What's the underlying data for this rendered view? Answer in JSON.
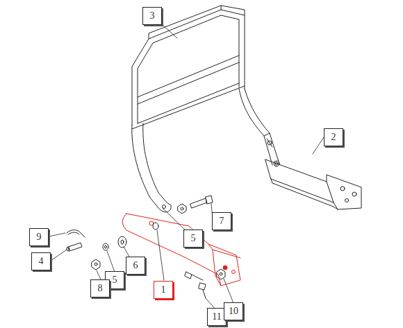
{
  "diagram": {
    "nodes": [
      {
        "text": [
          "3"
        ]
      },
      {
        "text": [
          "2"
        ]
      },
      {
        "text": [
          "7"
        ]
      },
      {
        "text": [
          "9"
        ]
      },
      {
        "text": [
          "5"
        ]
      },
      {
        "text": [
          "4"
        ]
      },
      {
        "text": [
          "6"
        ]
      },
      {
        "text": [
          "5"
        ]
      },
      {
        "text": [
          "8"
        ]
      },
      {
        "text": [
          "1"
        ]
      },
      {
        "text": [
          "11"
        ]
      },
      {
        "text": [
          "10"
        ]
      }
    ]
  }
}
